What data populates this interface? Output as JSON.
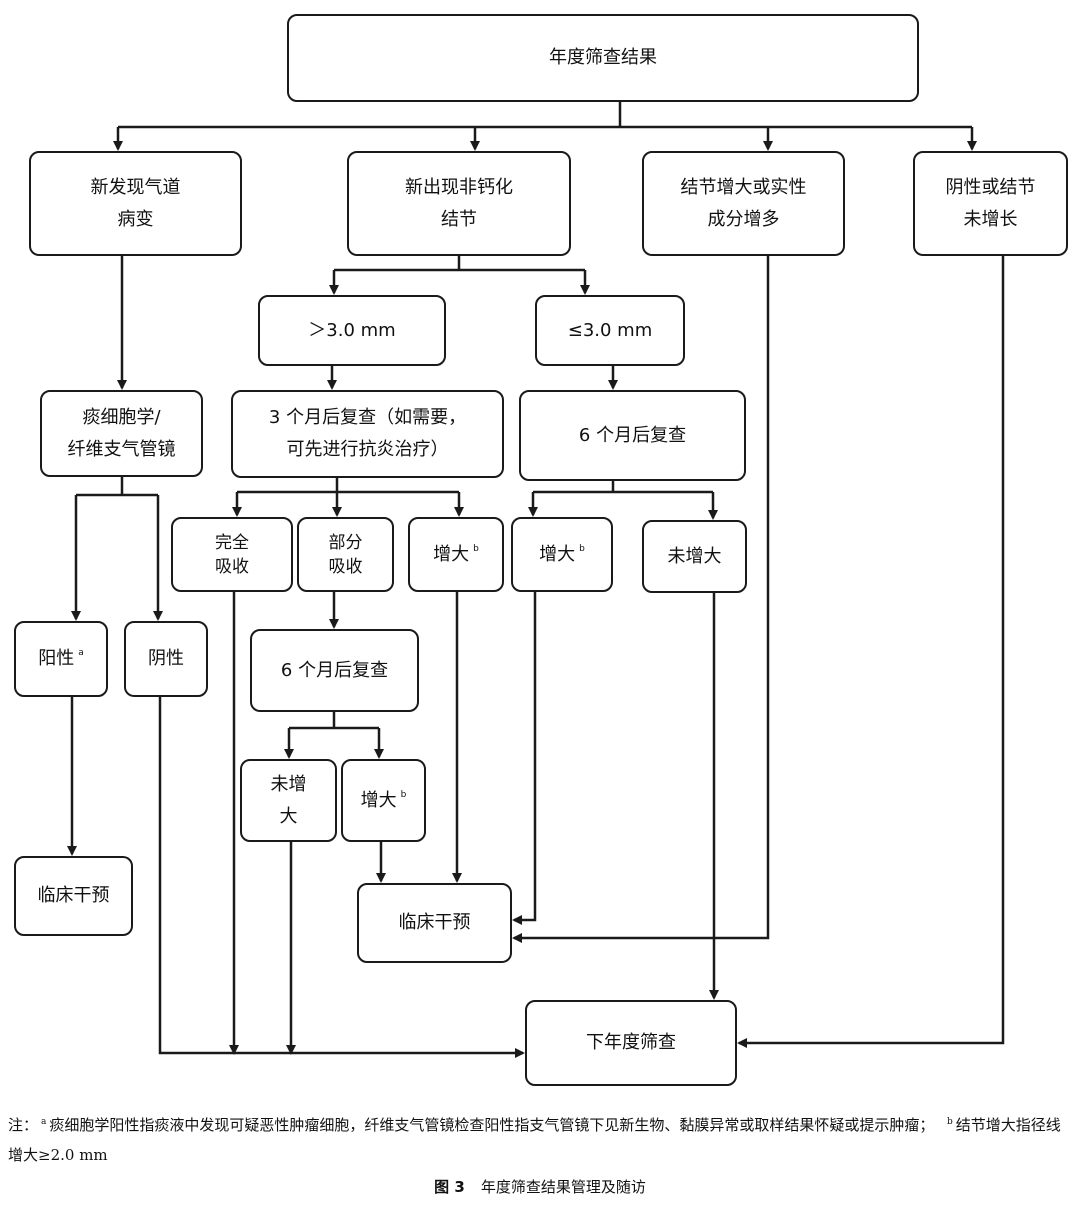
{
  "nodes": {
    "annual_result": "年度筛查结果",
    "new_airway": [
      "新发现气道",
      "病变"
    ],
    "new_noncalcified": [
      "新出现非钙化",
      "结节"
    ],
    "nodule_growth": [
      "结节增大或实性",
      "成分增多"
    ],
    "negative_or_stable": [
      "阴性或结节",
      "未增长"
    ],
    "gt3": "＞3.0 mm",
    "le3": "≤3.0 mm",
    "sputum_bronch": [
      "痰细胞学/",
      "纤维支气管镜"
    ],
    "recheck3": [
      "3 个月后复查（如需要，",
      "可先进行抗炎治疗）"
    ],
    "recheck6_a": "6 个月后复查",
    "complete_absorb": [
      "完全",
      "吸收"
    ],
    "partial_absorb": [
      "部分",
      "吸收"
    ],
    "enlarge_1": "增大",
    "enlarge_2": "增大",
    "not_enlarged_1": "未增大",
    "positive": "阳性",
    "negative": "阴性",
    "recheck6_b": "6 个月后复查",
    "not_enlarged_2": [
      "未增",
      "大"
    ],
    "enlarge_3": "增大",
    "clinical_1": "临床干预",
    "clinical_2": "临床干预",
    "next_screen": "下年度筛查",
    "sup_a": "a",
    "sup_b": "b"
  },
  "footnote": {
    "prefix": "注：",
    "sup_a": "a",
    "text_a": "痰细胞学阳性指痰液中发现可疑恶性肿瘤细胞，纤维支气管镜检查阳性指支气管镜下见新生物、黏膜异常或取样结果怀疑或提示肿瘤；",
    "sup_b": "b",
    "text_b": "结节增大指径线增大≥2.0 mm"
  },
  "caption": {
    "label": "图 3",
    "title": "年度筛查结果管理及随访"
  }
}
